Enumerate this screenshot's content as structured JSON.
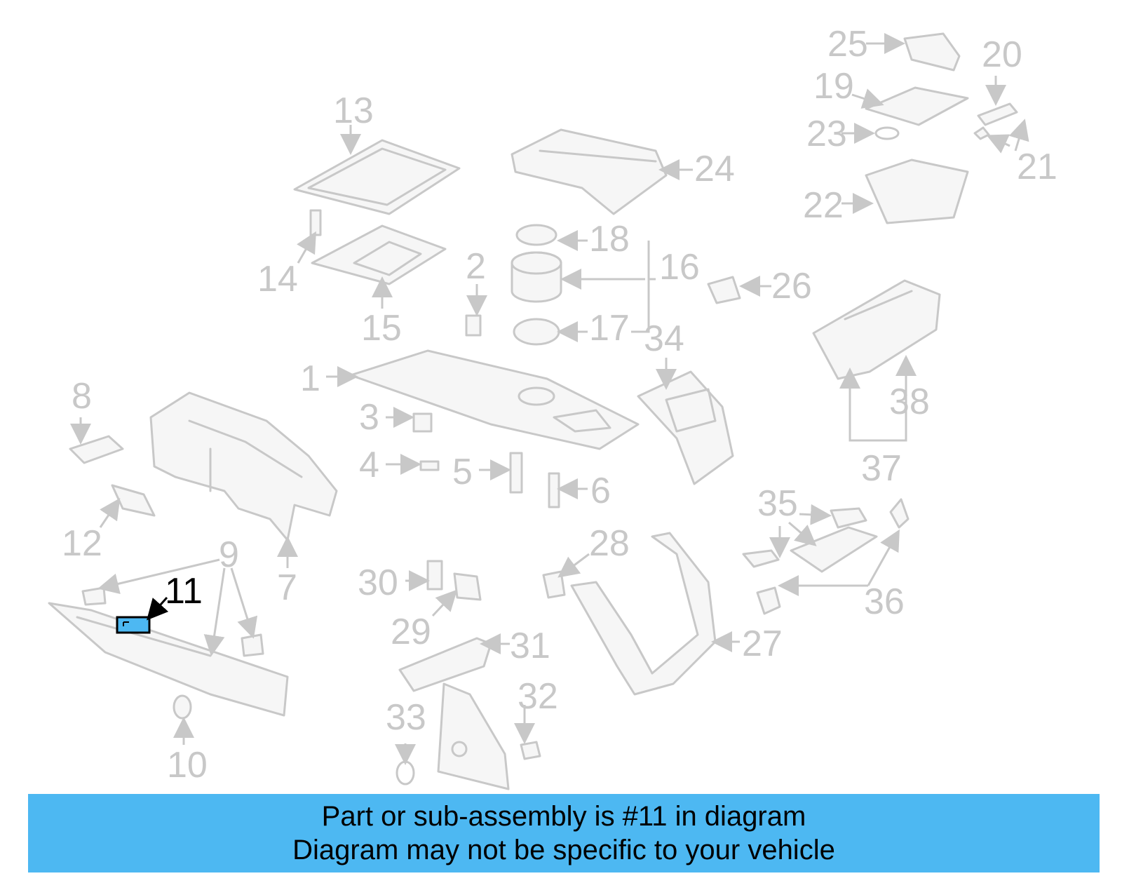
{
  "diagram": {
    "highlight_color": "#4db8f2",
    "callout_color": "#c8c8c8",
    "highlighted_part": "11",
    "callouts": [
      "1",
      "2",
      "3",
      "4",
      "5",
      "6",
      "7",
      "8",
      "9",
      "10",
      "11",
      "12",
      "13",
      "14",
      "15",
      "16",
      "17",
      "18",
      "19",
      "20",
      "21",
      "22",
      "23",
      "24",
      "25",
      "26",
      "27",
      "28",
      "29",
      "30",
      "31",
      "32",
      "33",
      "34",
      "35",
      "36",
      "37",
      "38"
    ]
  },
  "banner": {
    "line1": "Part or sub-assembly is #11 in diagram",
    "line2": "Diagram may not be specific to your vehicle"
  }
}
